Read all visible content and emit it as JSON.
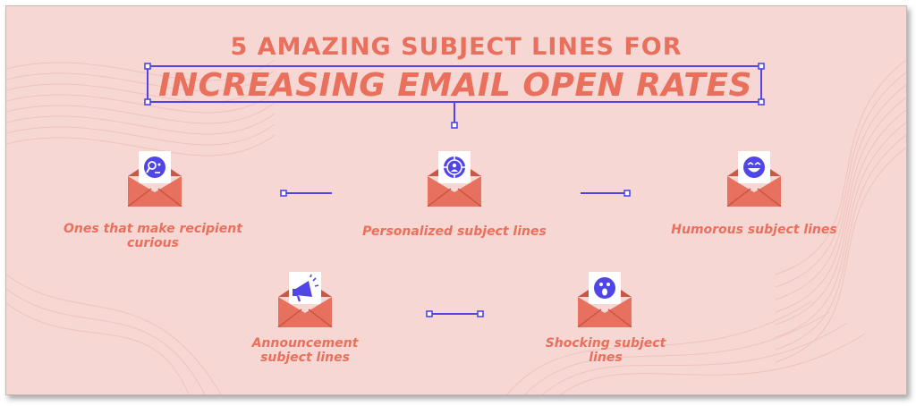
{
  "title": {
    "line1": "5 AMAZING SUBJECT LINES FOR",
    "line2": "INCREASING EMAIL OPEN RATES"
  },
  "colors": {
    "background": "#f6d7d3",
    "accent": "#e9705c",
    "connector": "#4f46e5",
    "envelope": "#e8705e"
  },
  "items": [
    {
      "label": "Ones that make recipient curious",
      "icon": "curious-face-icon"
    },
    {
      "label": "Personalized subject lines",
      "icon": "target-person-icon"
    },
    {
      "label": "Humorous subject lines",
      "icon": "laughing-face-icon"
    },
    {
      "label": "Announcement subject lines",
      "icon": "megaphone-icon"
    },
    {
      "label": "Shocking subject lines",
      "icon": "shocked-face-icon"
    }
  ]
}
